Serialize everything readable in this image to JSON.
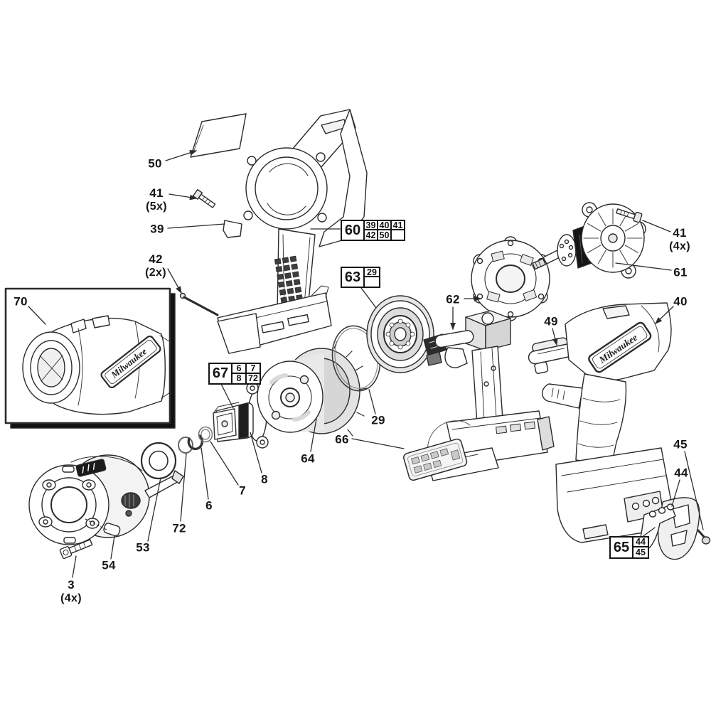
{
  "brand": "Milwaukee",
  "colors": {
    "background": "#ffffff",
    "line": "#2b2b2b",
    "text": "#161616"
  },
  "callouts": {
    "c50": {
      "text": "50"
    },
    "c41_5x": {
      "text": "41",
      "qty": "(5x)"
    },
    "c39": {
      "text": "39"
    },
    "c42_2x": {
      "text": "42",
      "qty": "(2x)"
    },
    "c70": {
      "text": "70"
    },
    "c62": {
      "text": "62"
    },
    "c49": {
      "text": "49"
    },
    "c61": {
      "text": "61"
    },
    "c41_4x": {
      "text": "41",
      "qty": "(4x)"
    },
    "c40": {
      "text": "40"
    },
    "c29": {
      "text": "29"
    },
    "c64": {
      "text": "64"
    },
    "c66": {
      "text": "66"
    },
    "c7": {
      "text": "7"
    },
    "c8": {
      "text": "8"
    },
    "c6": {
      "text": "6"
    },
    "c72": {
      "text": "72"
    },
    "c53": {
      "text": "53"
    },
    "c54": {
      "text": "54"
    },
    "c3_4x": {
      "text": "3",
      "qty": "(4x)"
    },
    "c45": {
      "text": "45"
    },
    "c44": {
      "text": "44"
    }
  },
  "boxed_callouts": {
    "b60": {
      "main": "60",
      "row1": [
        "39",
        "40",
        "41"
      ],
      "row2": [
        "42",
        "50",
        ""
      ]
    },
    "b63": {
      "main": "63",
      "row1": [
        "29"
      ],
      "row2": [
        ""
      ]
    },
    "b67": {
      "main": "67",
      "row1": [
        "6",
        "7"
      ],
      "row2": [
        "8",
        "72"
      ]
    },
    "b65": {
      "main": "65",
      "row1": [
        "44"
      ],
      "row2": [
        "45"
      ]
    }
  }
}
